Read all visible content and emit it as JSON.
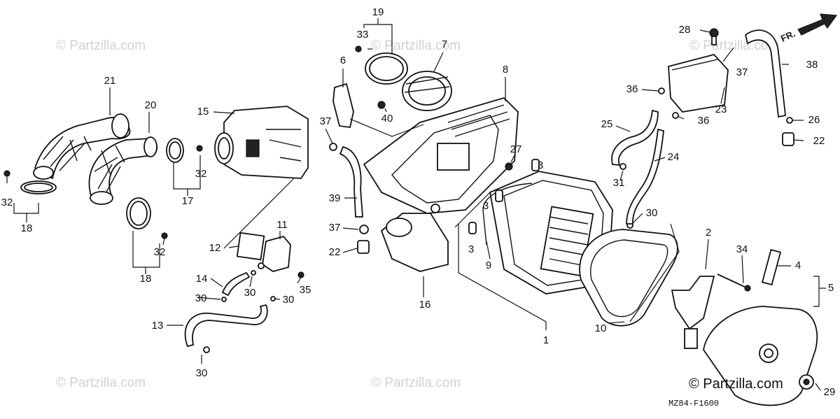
{
  "watermark": "© Partzilla.com",
  "brand_mark": "© Partzilla.com",
  "diagram_code": "MZ84-F1600",
  "front_arrow_label": "FR.",
  "callouts": {
    "c1": "1",
    "c2": "2",
    "c3": "3",
    "c4": "4",
    "c5": "5",
    "c6": "6",
    "c7": "7",
    "c8": "8",
    "c9": "9",
    "c10": "10",
    "c11": "11",
    "c12": "12",
    "c13": "13",
    "c14": "14",
    "c15": "15",
    "c16": "16",
    "c17": "17",
    "c18": "18",
    "c19": "19",
    "c20": "20",
    "c21": "21",
    "c22": "22",
    "c23": "23",
    "c24": "24",
    "c25": "25",
    "c26": "26",
    "c27": "27",
    "c28": "28",
    "c29": "29",
    "c30": "30",
    "c31": "31",
    "c32": "32",
    "c33": "33",
    "c34": "34",
    "c35": "35",
    "c36": "36",
    "c37": "37",
    "c38": "38",
    "c39": "39",
    "c40": "40"
  }
}
